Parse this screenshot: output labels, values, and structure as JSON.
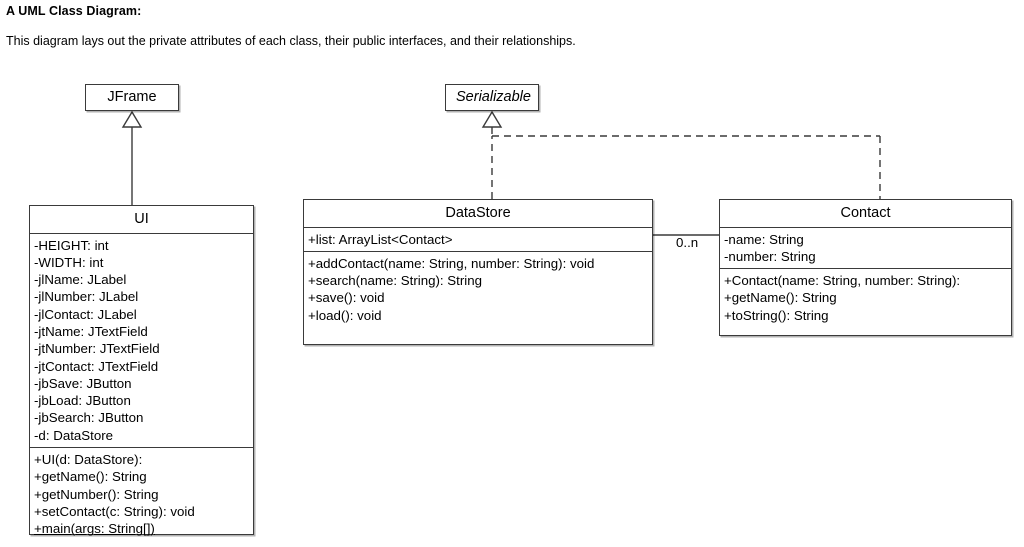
{
  "header": {
    "title": "A UML Class Diagram:",
    "subtitle": "This diagram lays out the private attributes of each class, their public interfaces, and their relationships."
  },
  "diagram": {
    "type": "uml-class-diagram",
    "classes": [
      {
        "id": "jframe",
        "name": "JFrame",
        "stereotype": "class",
        "italic": false,
        "attributes": [],
        "methods": []
      },
      {
        "id": "serializable",
        "name": "Serializable",
        "stereotype": "interface",
        "italic": true,
        "attributes": [],
        "methods": []
      },
      {
        "id": "ui",
        "name": "UI",
        "stereotype": "class",
        "italic": false,
        "attributes": [
          "-HEIGHT: int",
          "-WIDTH: int",
          "-jlName: JLabel",
          "-jlNumber: JLabel",
          "-jlContact: JLabel",
          "-jtName: JTextField",
          "-jtNumber: JTextField",
          "-jtContact: JTextField",
          "-jbSave: JButton",
          "-jbLoad: JButton",
          "-jbSearch: JButton",
          "-d: DataStore"
        ],
        "methods": [
          {
            "text": "+UI(d: DataStore):",
            "static": false
          },
          {
            "text": "+getName(): String",
            "static": false
          },
          {
            "text": "+getNumber(): String",
            "static": false
          },
          {
            "text": "+setContact(c: String): void",
            "static": false
          },
          {
            "text": "+main(args: String[])",
            "static": true
          }
        ]
      },
      {
        "id": "datastore",
        "name": "DataStore",
        "stereotype": "class",
        "italic": false,
        "attributes": [
          "+list: ArrayList<Contact>"
        ],
        "methods": [
          {
            "text": "+addContact(name: String, number: String): void",
            "static": false
          },
          {
            "text": "+search(name: String): String",
            "static": false
          },
          {
            "text": "+save(): void",
            "static": false
          },
          {
            "text": "+load(): void",
            "static": false
          }
        ]
      },
      {
        "id": "contact",
        "name": "Contact",
        "stereotype": "class",
        "italic": false,
        "attributes": [
          "-name: String",
          "-number: String"
        ],
        "methods": [
          {
            "text": "+Contact(name: String, number: String):",
            "static": false
          },
          {
            "text": "+getName(): String",
            "static": false
          },
          {
            "text": "+toString(): String",
            "static": false
          }
        ]
      }
    ],
    "relationships": [
      {
        "id": "ui-extends-jframe",
        "kind": "generalization",
        "line": "solid",
        "arrow": "hollow-triangle",
        "from": "ui",
        "to": "jframe",
        "label": ""
      },
      {
        "id": "datastore-implements-serializable",
        "kind": "realization",
        "line": "dashed",
        "arrow": "hollow-triangle",
        "from": "datastore",
        "to": "serializable",
        "label": ""
      },
      {
        "id": "contact-implements-serializable",
        "kind": "realization",
        "line": "dashed",
        "arrow": "hollow-triangle",
        "from": "contact",
        "to": "serializable",
        "label": ""
      },
      {
        "id": "datastore-contact-association",
        "kind": "association",
        "line": "solid",
        "arrow": "none",
        "from": "datastore",
        "to": "contact",
        "label": "0..n"
      }
    ]
  }
}
